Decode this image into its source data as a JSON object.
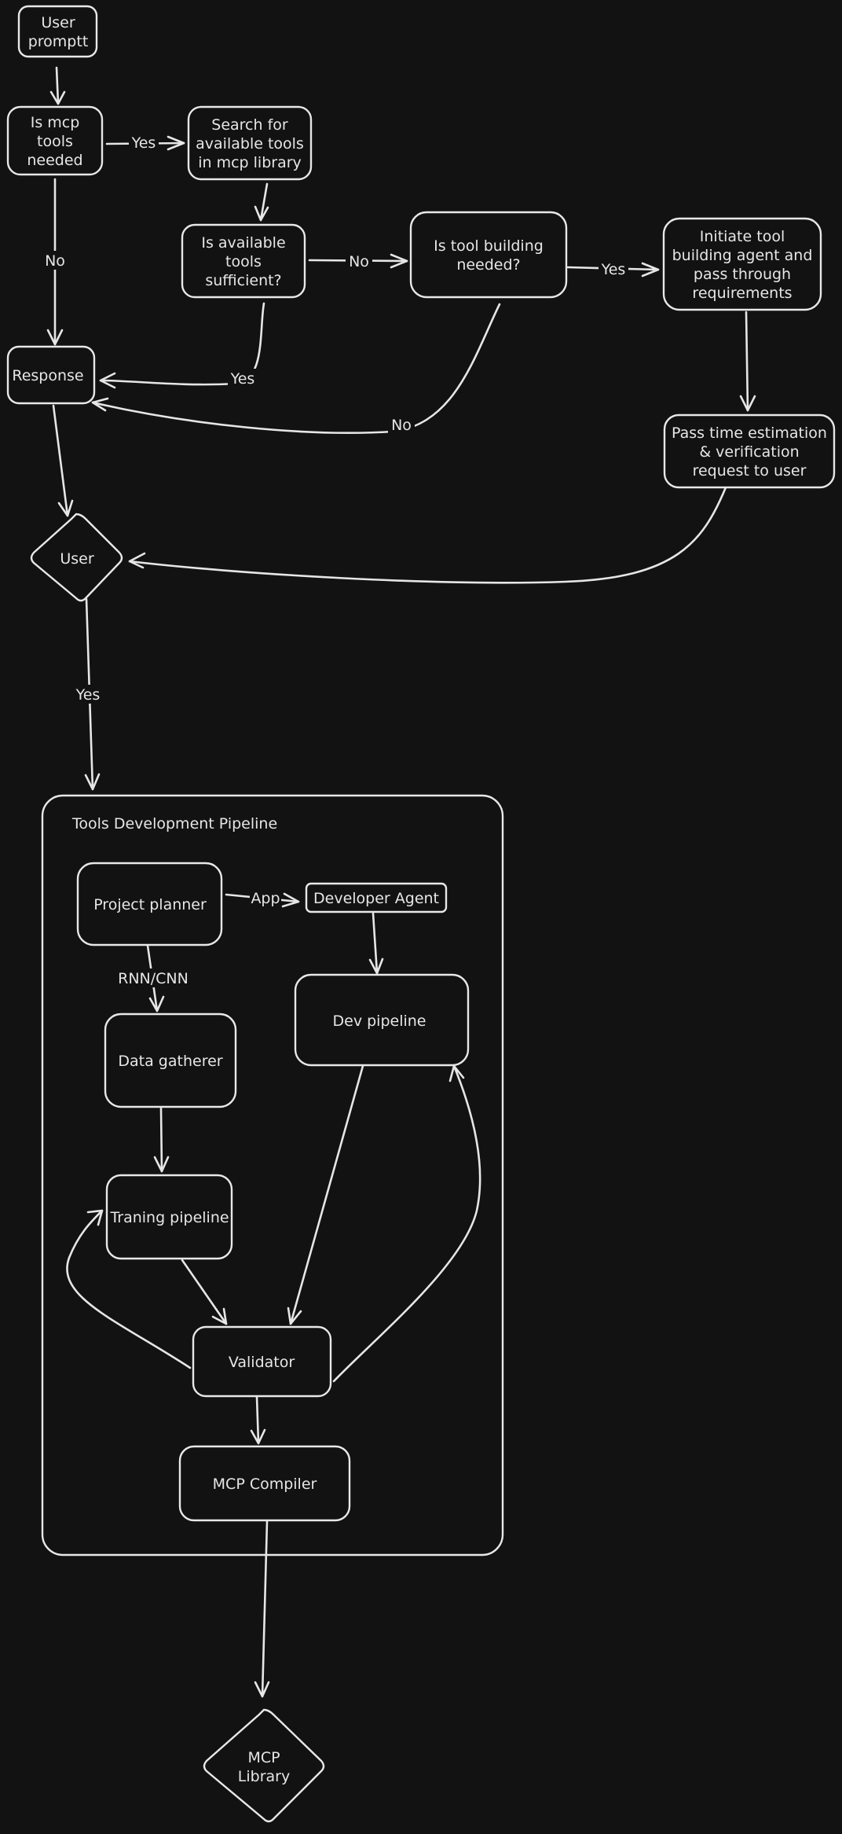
{
  "colors": {
    "background": "#121212",
    "stroke": "#e8e8e8",
    "text": "#e6e6e6"
  },
  "nodes": {
    "user_prompt": "User\npromptt",
    "is_mcp_tools_needed": "Is mcp\ntools\nneeded",
    "search_tools": "Search for\navailable tools\nin mcp library",
    "is_tools_sufficient": "Is available\ntools\nsufficient?",
    "is_tool_building_needed": "Is tool building\nneeded?",
    "initiate_tool_agent": "Initiate tool\nbuilding agent and\npass through\nrequirements",
    "response": "Response",
    "pass_time_estimation": "Pass time estimation\n& verification\nrequest to user",
    "user": "User",
    "project_planner": "Project planner",
    "developer_agent": "Developer Agent",
    "data_gatherer": "Data gatherer",
    "dev_pipeline": "Dev pipeline",
    "training_pipeline": "Traning pipeline",
    "validator": "Validator",
    "mcp_compiler": "MCP Compiler",
    "mcp_library": "MCP\nLibrary"
  },
  "container": {
    "title": "Tools Development Pipeline"
  },
  "edge_labels": {
    "yes_search": "Yes",
    "no_response": "No",
    "no_tool_building": "No",
    "yes_initiate": "Yes",
    "yes_response": "Yes",
    "no_response_2": "No",
    "yes_user": "Yes",
    "app": "App",
    "rnn_cnn": "RNN/CNN"
  }
}
